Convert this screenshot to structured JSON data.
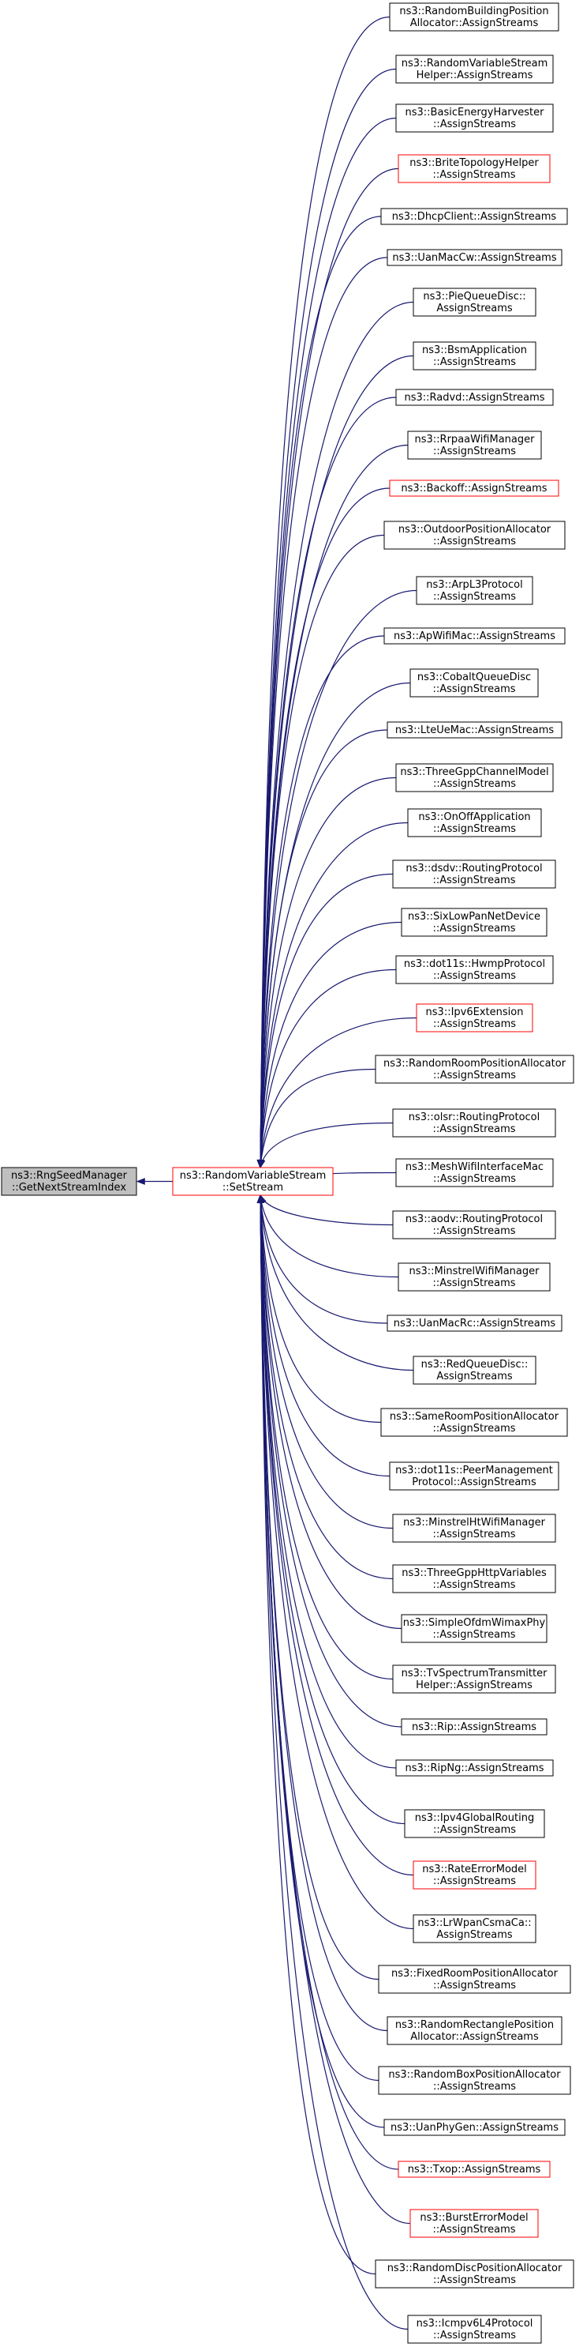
{
  "colors": {
    "edge": "#191970",
    "node_border": "#000000",
    "node_border_highlight": "#ff0000",
    "root_fill": "#bfbfbf",
    "node_fill": "#ffffff"
  },
  "root": {
    "lines": [
      "ns3::RngSeedManager",
      "::GetNextStreamIndex"
    ]
  },
  "center": {
    "lines": [
      "ns3::RandomVariableStream",
      "::SetStream"
    ],
    "highlight": true
  },
  "callers": [
    {
      "lines": [
        "ns3::RandomBuildingPosition",
        "Allocator::AssignStreams"
      ],
      "highlight": false
    },
    {
      "lines": [
        "ns3::RandomVariableStream",
        "Helper::AssignStreams"
      ],
      "highlight": false
    },
    {
      "lines": [
        "ns3::BasicEnergyHarvester",
        "::AssignStreams"
      ],
      "highlight": false
    },
    {
      "lines": [
        "ns3::BriteTopologyHelper",
        "::AssignStreams"
      ],
      "highlight": true
    },
    {
      "lines": [
        "ns3::DhcpClient::AssignStreams"
      ],
      "highlight": false
    },
    {
      "lines": [
        "ns3::UanMacCw::AssignStreams"
      ],
      "highlight": false
    },
    {
      "lines": [
        "ns3::PieQueueDisc::",
        "AssignStreams"
      ],
      "highlight": false
    },
    {
      "lines": [
        "ns3::BsmApplication",
        "::AssignStreams"
      ],
      "highlight": false
    },
    {
      "lines": [
        "ns3::Radvd::AssignStreams"
      ],
      "highlight": false
    },
    {
      "lines": [
        "ns3::RrpaaWifiManager",
        "::AssignStreams"
      ],
      "highlight": false
    },
    {
      "lines": [
        "ns3::Backoff::AssignStreams"
      ],
      "highlight": true
    },
    {
      "lines": [
        "ns3::OutdoorPositionAllocator",
        "::AssignStreams"
      ],
      "highlight": false
    },
    {
      "lines": [
        "ns3::ArpL3Protocol",
        "::AssignStreams"
      ],
      "highlight": false
    },
    {
      "lines": [
        "ns3::ApWifiMac::AssignStreams"
      ],
      "highlight": false
    },
    {
      "lines": [
        "ns3::CobaltQueueDisc",
        "::AssignStreams"
      ],
      "highlight": false
    },
    {
      "lines": [
        "ns3::LteUeMac::AssignStreams"
      ],
      "highlight": false
    },
    {
      "lines": [
        "ns3::ThreeGppChannelModel",
        "::AssignStreams"
      ],
      "highlight": false
    },
    {
      "lines": [
        "ns3::OnOffApplication",
        "::AssignStreams"
      ],
      "highlight": false
    },
    {
      "lines": [
        "ns3::dsdv::RoutingProtocol",
        "::AssignStreams"
      ],
      "highlight": false
    },
    {
      "lines": [
        "ns3::SixLowPanNetDevice",
        "::AssignStreams"
      ],
      "highlight": false
    },
    {
      "lines": [
        "ns3::dot11s::HwmpProtocol",
        "::AssignStreams"
      ],
      "highlight": false
    },
    {
      "lines": [
        "ns3::Ipv6Extension",
        "::AssignStreams"
      ],
      "highlight": true
    },
    {
      "lines": [
        "ns3::RandomRoomPositionAllocator",
        "::AssignStreams"
      ],
      "highlight": false
    },
    {
      "lines": [
        "ns3::olsr::RoutingProtocol",
        "::AssignStreams"
      ],
      "highlight": false
    },
    {
      "lines": [
        "ns3::MeshWifiInterfaceMac",
        "::AssignStreams"
      ],
      "highlight": false
    },
    {
      "lines": [
        "ns3::aodv::RoutingProtocol",
        "::AssignStreams"
      ],
      "highlight": false
    },
    {
      "lines": [
        "ns3::MinstrelWifiManager",
        "::AssignStreams"
      ],
      "highlight": false
    },
    {
      "lines": [
        "ns3::UanMacRc::AssignStreams"
      ],
      "highlight": false
    },
    {
      "lines": [
        "ns3::RedQueueDisc::",
        "AssignStreams"
      ],
      "highlight": false
    },
    {
      "lines": [
        "ns3::SameRoomPositionAllocator",
        "::AssignStreams"
      ],
      "highlight": false
    },
    {
      "lines": [
        "ns3::dot11s::PeerManagement",
        "Protocol::AssignStreams"
      ],
      "highlight": false
    },
    {
      "lines": [
        "ns3::MinstrelHtWifiManager",
        "::AssignStreams"
      ],
      "highlight": false
    },
    {
      "lines": [
        "ns3::ThreeGppHttpVariables",
        "::AssignStreams"
      ],
      "highlight": false
    },
    {
      "lines": [
        "ns3::SimpleOfdmWimaxPhy",
        "::AssignStreams"
      ],
      "highlight": false
    },
    {
      "lines": [
        "ns3::TvSpectrumTransmitter",
        "Helper::AssignStreams"
      ],
      "highlight": false
    },
    {
      "lines": [
        "ns3::Rip::AssignStreams"
      ],
      "highlight": false
    },
    {
      "lines": [
        "ns3::RipNg::AssignStreams"
      ],
      "highlight": false
    },
    {
      "lines": [
        "ns3::Ipv4GlobalRouting",
        "::AssignStreams"
      ],
      "highlight": false
    },
    {
      "lines": [
        "ns3::RateErrorModel",
        "::AssignStreams"
      ],
      "highlight": true
    },
    {
      "lines": [
        "ns3::LrWpanCsmaCa::",
        "AssignStreams"
      ],
      "highlight": false
    },
    {
      "lines": [
        "ns3::FixedRoomPositionAllocator",
        "::AssignStreams"
      ],
      "highlight": false
    },
    {
      "lines": [
        "ns3::RandomRectanglePosition",
        "Allocator::AssignStreams"
      ],
      "highlight": false
    },
    {
      "lines": [
        "ns3::RandomBoxPositionAllocator",
        "::AssignStreams"
      ],
      "highlight": false
    },
    {
      "lines": [
        "ns3::UanPhyGen::AssignStreams"
      ],
      "highlight": false
    },
    {
      "lines": [
        "ns3::Txop::AssignStreams"
      ],
      "highlight": true
    },
    {
      "lines": [
        "ns3::BurstErrorModel",
        "::AssignStreams"
      ],
      "highlight": true
    },
    {
      "lines": [
        "ns3::RandomDiscPositionAllocator",
        "::AssignStreams"
      ],
      "highlight": false
    },
    {
      "lines": [
        "ns3::Icmpv6L4Protocol",
        "::AssignStreams"
      ],
      "highlight": false
    }
  ]
}
